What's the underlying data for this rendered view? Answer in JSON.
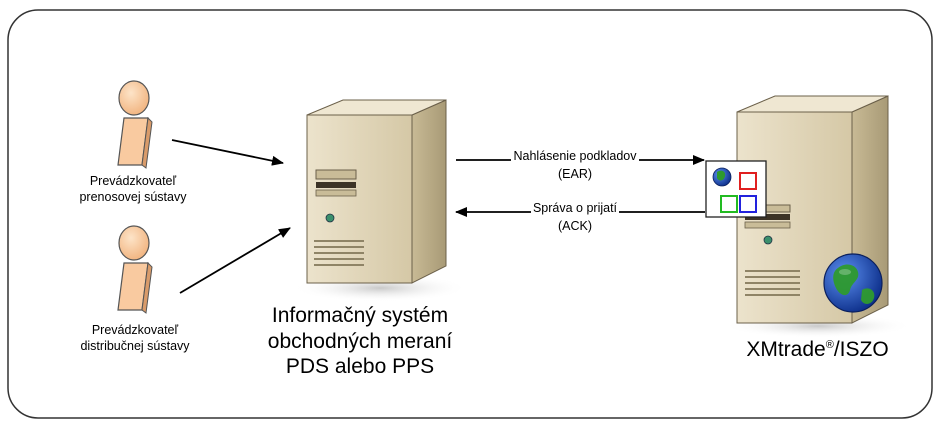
{
  "actors": [
    {
      "line1": "Prevádzkovateľ",
      "line2": "prenosovej sústavy"
    },
    {
      "line1": "Prevádzkovateľ",
      "line2": "distribučnej sústavy"
    }
  ],
  "server_left": {
    "line1": "Informačný systém",
    "line2": "obchodných meraní",
    "line3": "PDS alebo PPS"
  },
  "arrows": {
    "request": {
      "line1": "Nahlásenie podkladov",
      "line2": "(EAR)"
    },
    "response": {
      "line1": "Správa o prijatí",
      "line2": "(ACK)"
    }
  },
  "server_right": {
    "name_main": "XMtrade",
    "name_sup": "®",
    "name_suffix": "/ISZO"
  },
  "colors": {
    "actor_fill": "#f9caa0",
    "actor_stroke": "#555555",
    "server_face": "#e6dcc3",
    "server_side": "#b8aa88",
    "globe_ocean": "#1f4fb8",
    "globe_land": "#2e9a2e"
  }
}
